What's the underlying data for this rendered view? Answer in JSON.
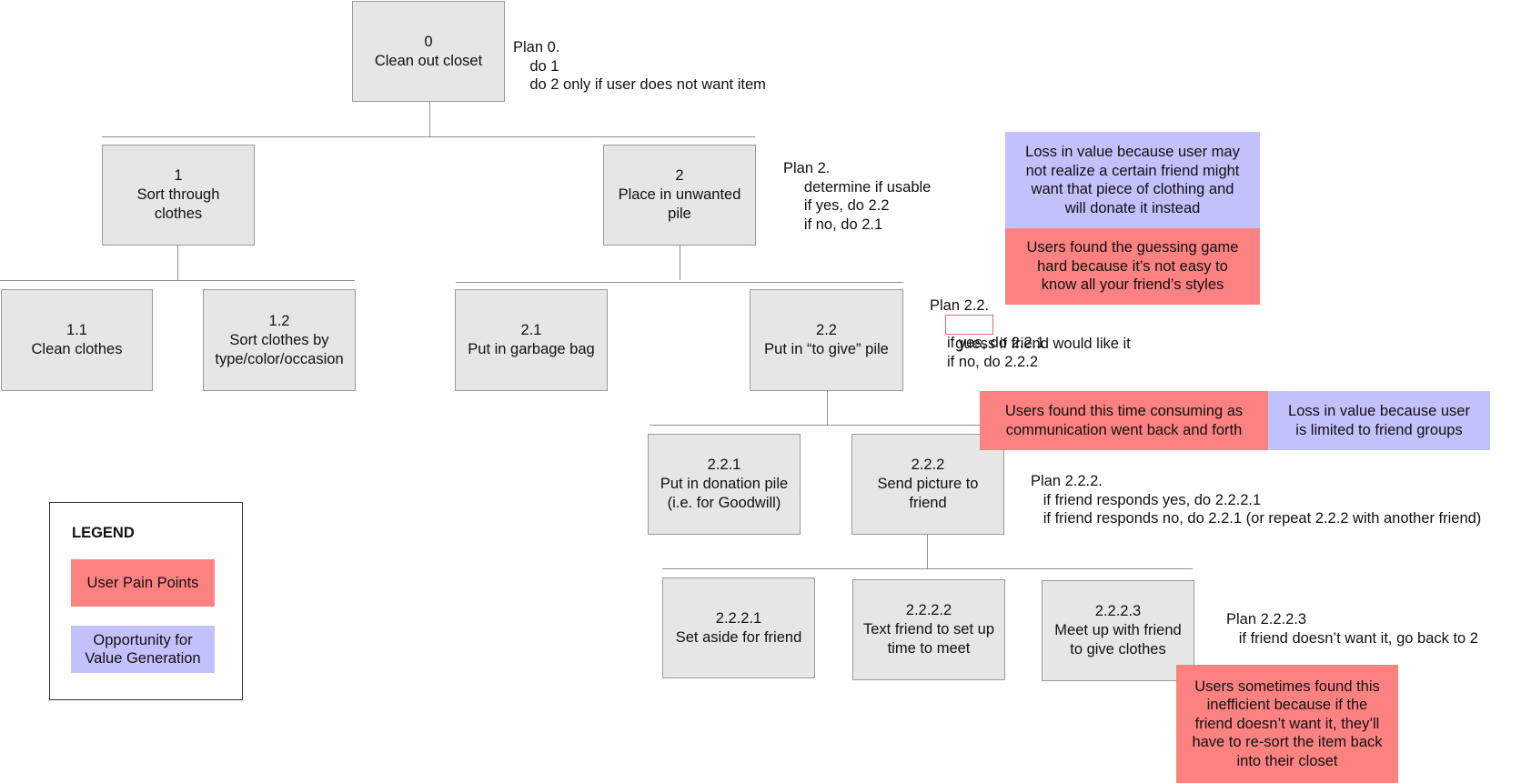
{
  "nodes": {
    "n0": "0\nClean out closet",
    "n1": "1\nSort through\nclothes",
    "n2": "2\nPlace in unwanted\npile",
    "n11": "1.1\nClean clothes",
    "n12": "1.2\nSort clothes by\ntype/color/occasion",
    "n21": "2.1\nPut in garbage bag",
    "n22": "2.2\nPut in “to give” pile",
    "n221": "2.2.1\nPut in donation pile\n(i.e. for Goodwill)",
    "n222": "2.2.2\nSend picture to\nfriend",
    "n2221": "2.2.2.1\nSet aside for friend",
    "n2222": "2.2.2.2\nText friend to set up\ntime to meet",
    "n2223": "2.2.2.3\nMeet up with friend\nto give clothes"
  },
  "plans": {
    "p0": "Plan 0.\n    do 1\n    do 2 only if user does not want item",
    "p2": "Plan 2.\n     determine if usable\n     if yes, do 2.2\n     if no, do 2.1",
    "p22_title": "Plan 2.2.",
    "p22_guess": "guess",
    "p22_rest": " if friend would like it",
    "p22_lines": "if yes, do 2.2.1\nif no, do 2.2.2",
    "p222": "Plan 2.2.2.\n   if friend responds yes, do 2.2.2.1\n   if friend responds no, do 2.2.1 (or repeat 2.2.2 with another friend)",
    "p2223": "Plan 2.2.2.3\n   if friend doesn’t want it, go back to 2"
  },
  "notes": {
    "opp_top": "Loss in value because user may\nnot realize a certain friend might\nwant that piece of clothing and\nwill donate it instead",
    "pain_guess": "Users found the guessing game\nhard because it’s not easy to\nknow all your friend’s styles",
    "pain_time": "Users found this time consuming as\ncommunication went back and forth",
    "opp_groups": "Loss in value because user\nis limited to friend groups",
    "pain_inefficient": "Users sometimes found this\ninefficient because if the\nfriend doesn’t want it, they’ll\nhave to re-sort the item back\ninto their closet"
  },
  "legend": {
    "title": "LEGEND",
    "pain_label": "User Pain Points",
    "opp_label": "Opportunity for\nValue Generation"
  },
  "colors": {
    "pain": "#fc8181",
    "opportunity": "#c3c1fb",
    "node": "#e6e6e6"
  }
}
